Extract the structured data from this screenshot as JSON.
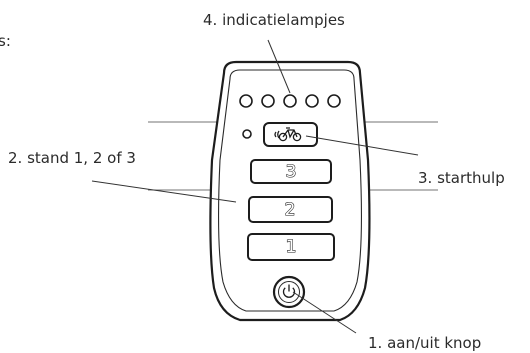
{
  "labels": {
    "partial_left": "s:",
    "indicator_lights": "4. indicatielampjes",
    "levels": "2. stand 1, 2 of 3",
    "start_help": "3. starthulp",
    "power_button": "1. aan/uit knop"
  },
  "buttons": {
    "level_3": "3",
    "level_2": "2",
    "level_1": "1"
  },
  "indicator_lamp_count": 5,
  "icons": [
    "bicycle-icon",
    "power-icon"
  ]
}
